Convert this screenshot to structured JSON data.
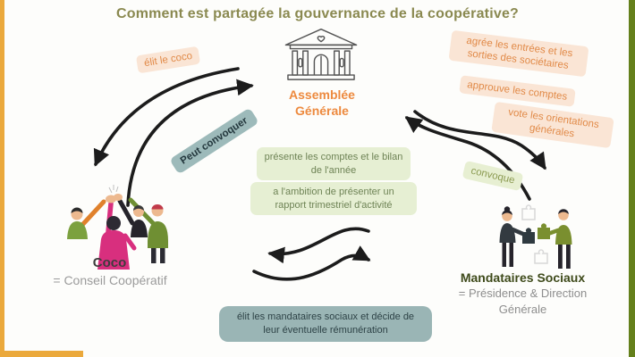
{
  "title": "Comment est partagée la gouvernance de la coopérative?",
  "colors": {
    "title_olive": "#8A8950",
    "orange_accent": "#ED8A3F",
    "peach_label_bg": "#FAE5D5",
    "green_label_bg": "#E6EFD3",
    "green_label_text": "#6E8355",
    "teal_label_bg": "#9DBABA",
    "teal_label_text": "#2E4347",
    "left_bar_yellow": "#EBA93C",
    "right_bar_green": "#64801B",
    "arrow_black": "#1C1C1C"
  },
  "nodes": {
    "assemblee_generale": {
      "icon": "temple-building-icon",
      "line1": "Assemblée",
      "line2": "Générale"
    },
    "coco": {
      "icon": "team-highfive-illustration",
      "name": "Coco",
      "subtitle": "= Conseil Coopératif"
    },
    "mandataires": {
      "icon": "puzzle-duo-illustration",
      "name": "Mandataires Sociaux",
      "subtitle_line1": "= Présidence & Direction",
      "subtitle_line2": "Générale"
    }
  },
  "labels": {
    "elit_le_coco": "élit le coco",
    "peut_convoquer": "Peut convoquer",
    "agree_entrees": "agrée les entrées et les sorties des sociétaires",
    "approuve_comptes": "approuve les comptes",
    "vote_orientations": "vote les orientations générales",
    "convoque": "convoque",
    "presente_comptes": "présente les comptes et le bilan de l'année",
    "ambition_rapport": "a l'ambition de présenter un rapport trimestriel d'activité",
    "elit_mandataires": "élit les mandataires sociaux et décide de leur éventuelle rémunération"
  }
}
